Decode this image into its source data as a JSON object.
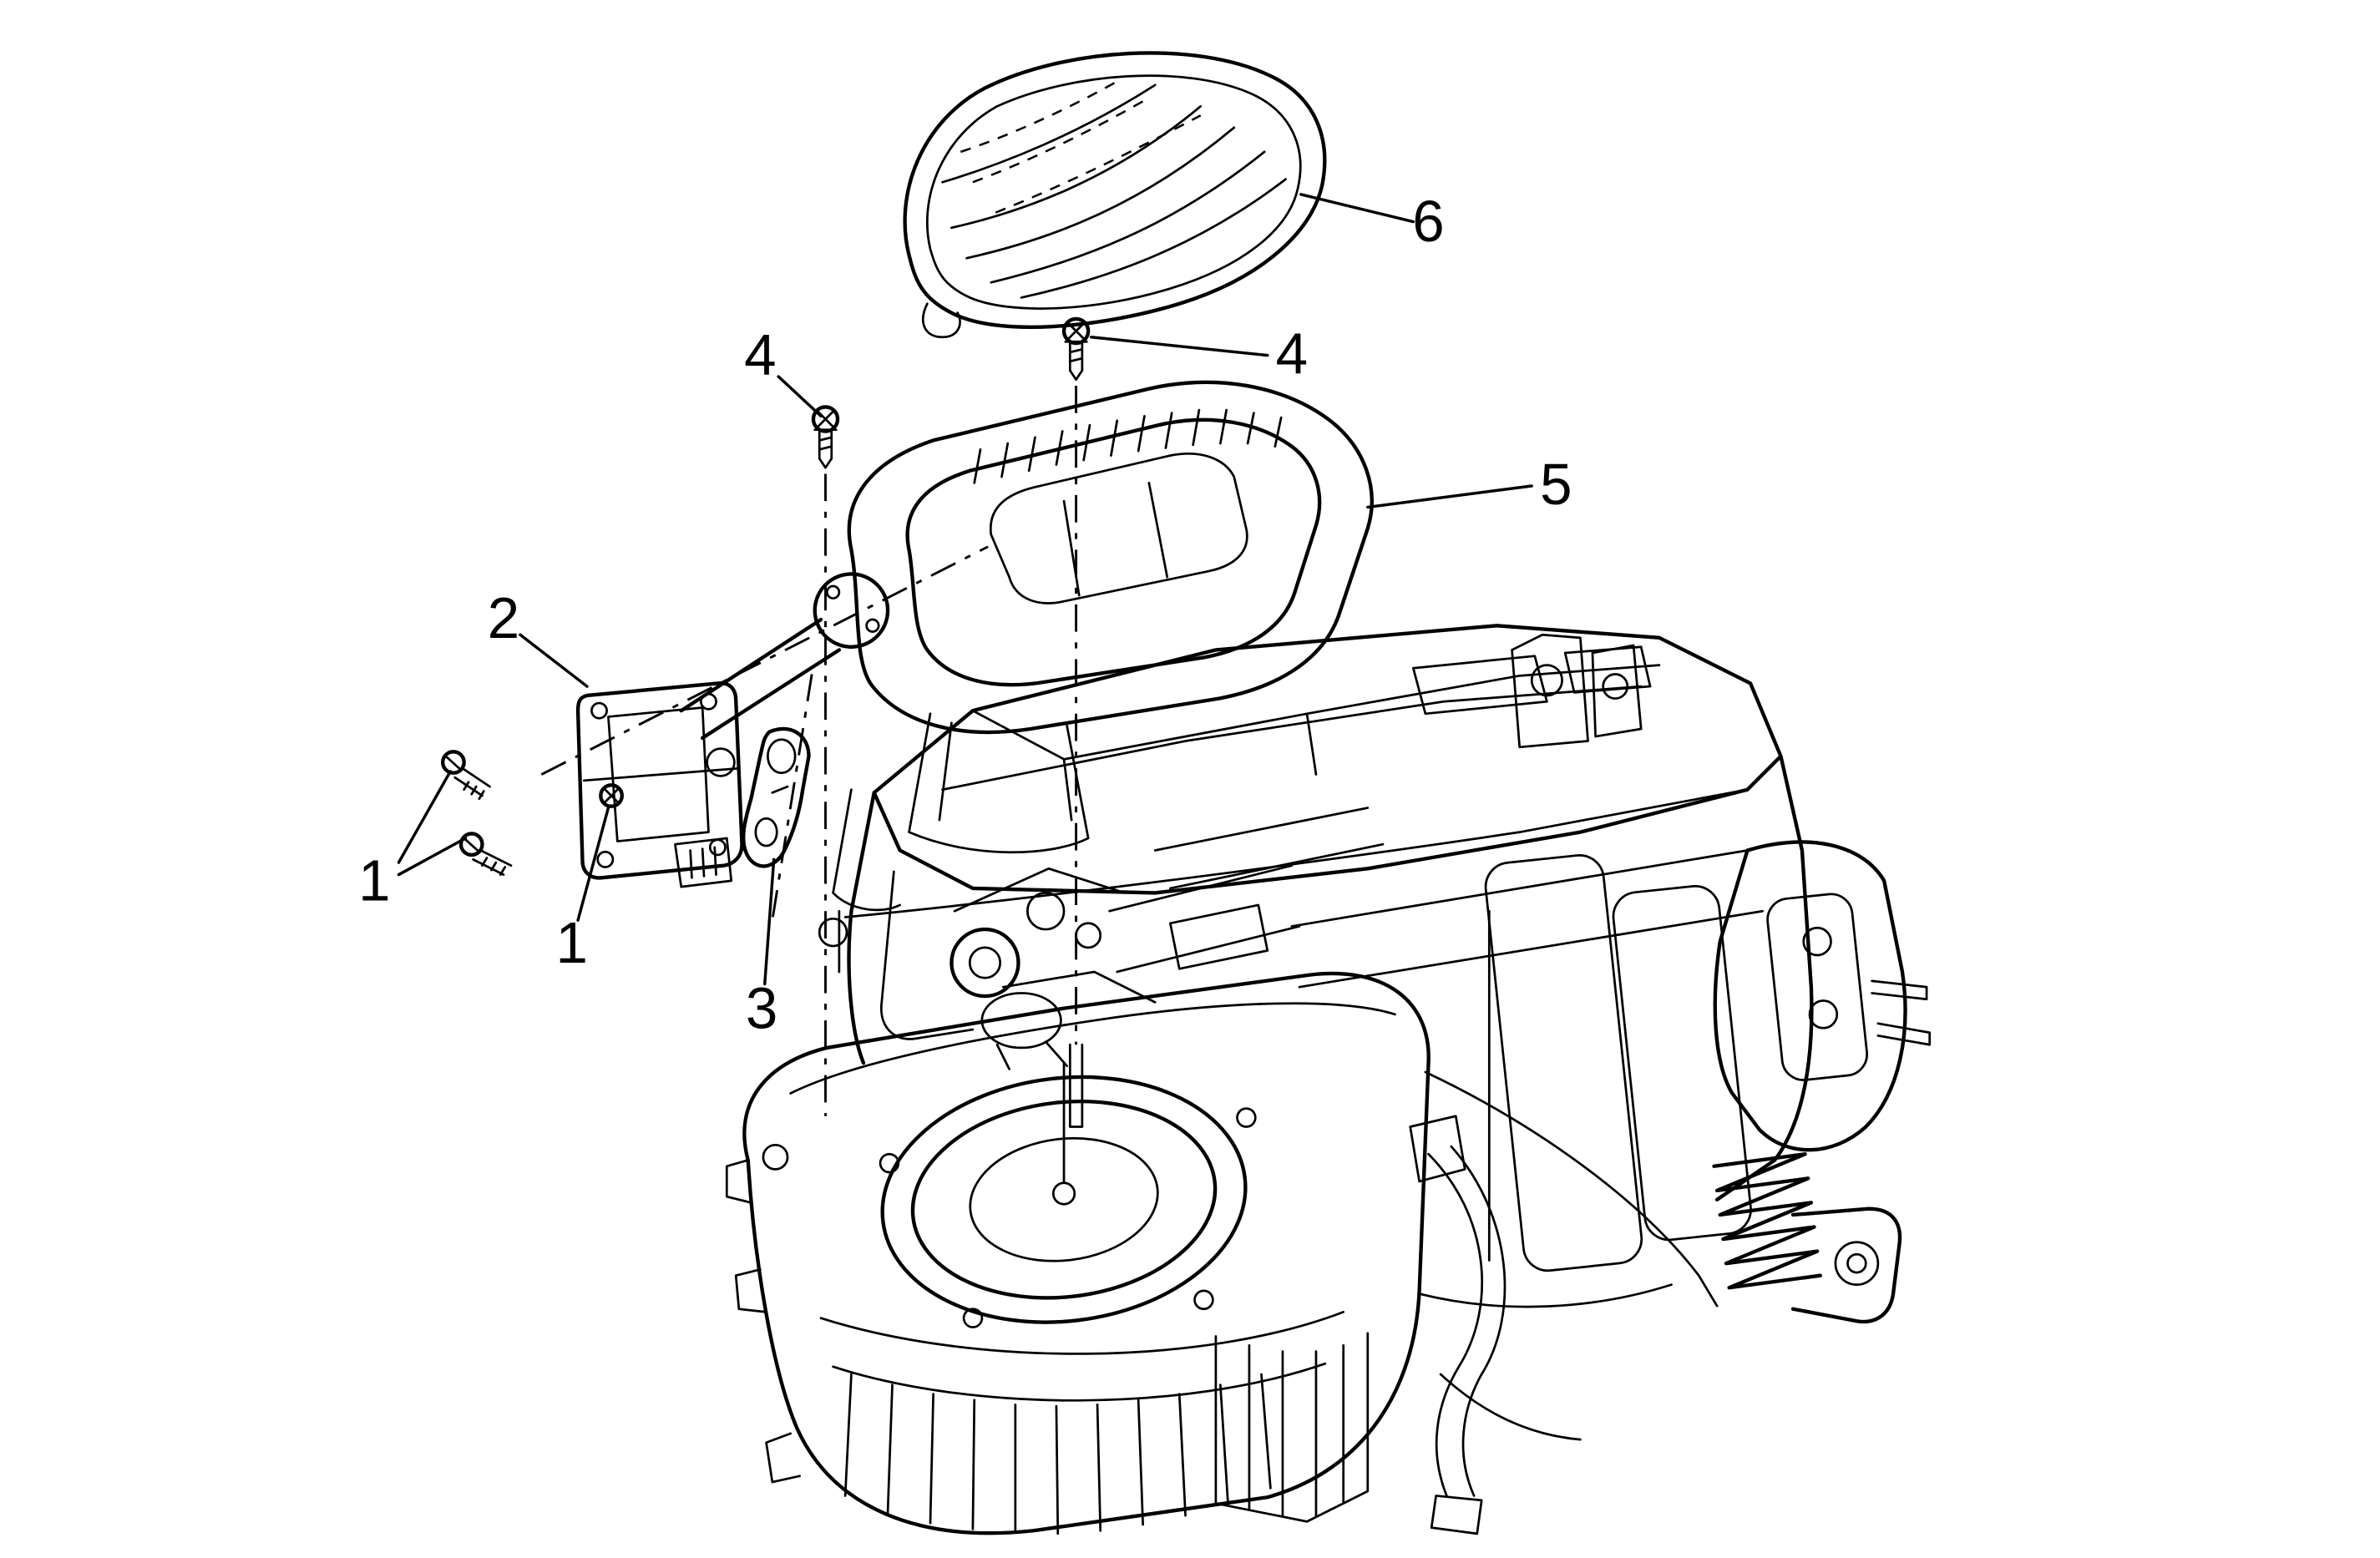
{
  "colors": {
    "background": "#ffffff",
    "line": "#000000"
  },
  "callouts": [
    {
      "label": "1"
    },
    {
      "label": "1"
    },
    {
      "label": "2"
    },
    {
      "label": "3"
    },
    {
      "label": "4"
    },
    {
      "label": "4"
    },
    {
      "label": "5"
    },
    {
      "label": "6"
    }
  ]
}
